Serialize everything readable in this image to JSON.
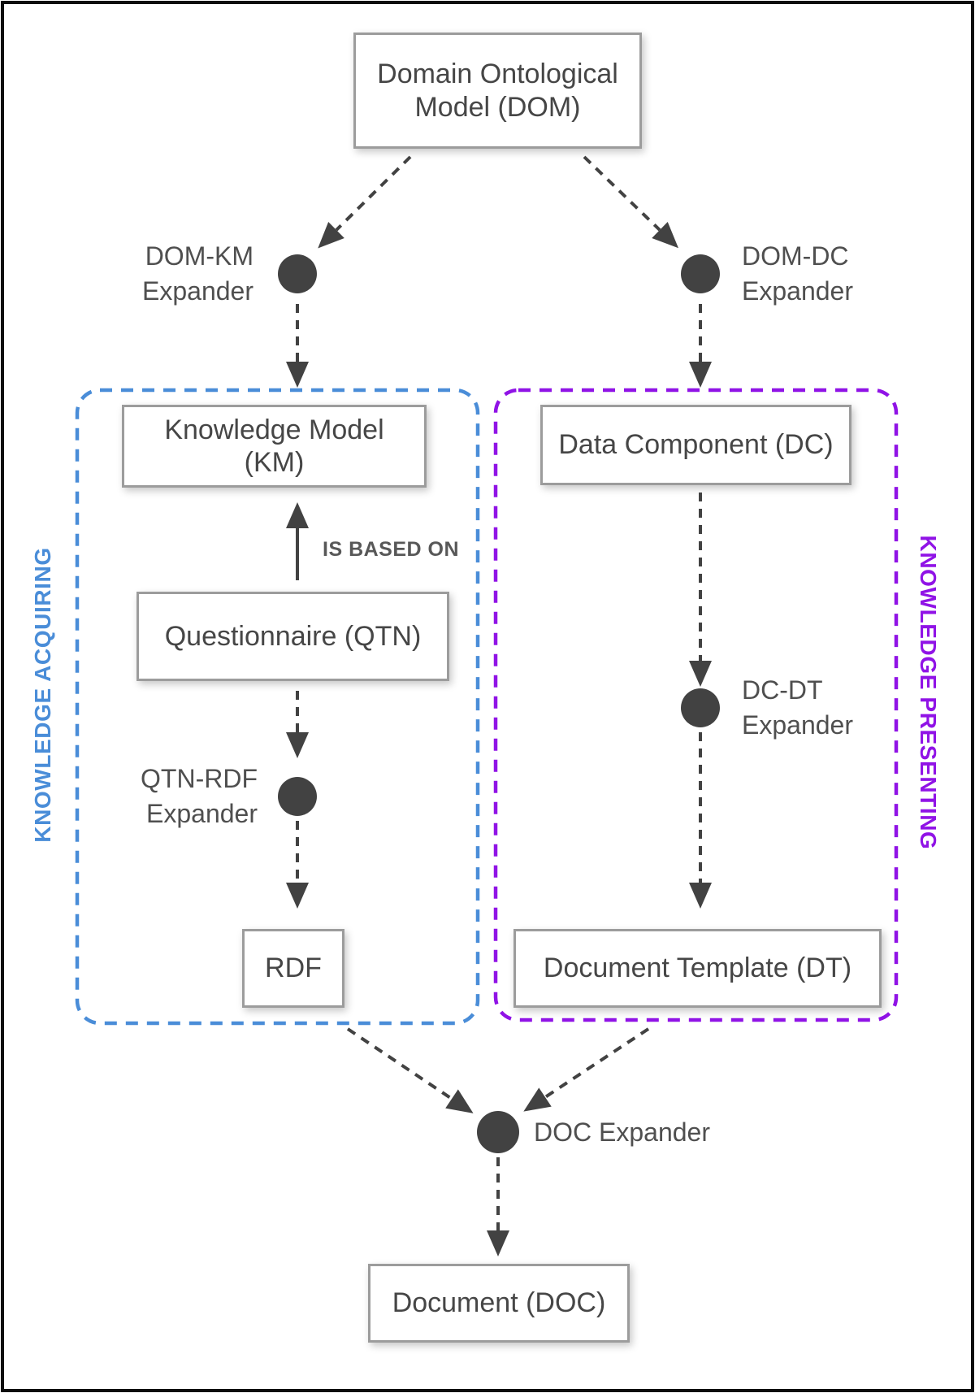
{
  "diagram": {
    "nodes": {
      "dom": "Domain Ontological Model (DOM)",
      "km": "Knowledge Model (KM)",
      "qtn": "Questionnaire (QTN)",
      "rdf": "RDF",
      "dc": "Data Component (DC)",
      "dt": "Document Template (DT)",
      "doc": "Document (DOC)"
    },
    "expanders": {
      "dom_km": "DOM-KM\nExpander",
      "dom_dc": "DOM-DC\nExpander",
      "qtn_rdf": "QTN-RDF\nExpander",
      "dc_dt": "DC-DT\nExpander",
      "doc": "DOC Expander"
    },
    "edge_labels": {
      "is_based_on": "IS BASED ON"
    },
    "groups": {
      "acquiring": {
        "label": "KNOWLEDGE ACQUIRING",
        "color": "#4a8dd8"
      },
      "presenting": {
        "label": "KNOWLEDGE PRESENTING",
        "color": "#9013e6"
      }
    },
    "colors": {
      "connector": "#424242",
      "box_border": "#9c9c9c",
      "box_text": "#464646"
    }
  }
}
